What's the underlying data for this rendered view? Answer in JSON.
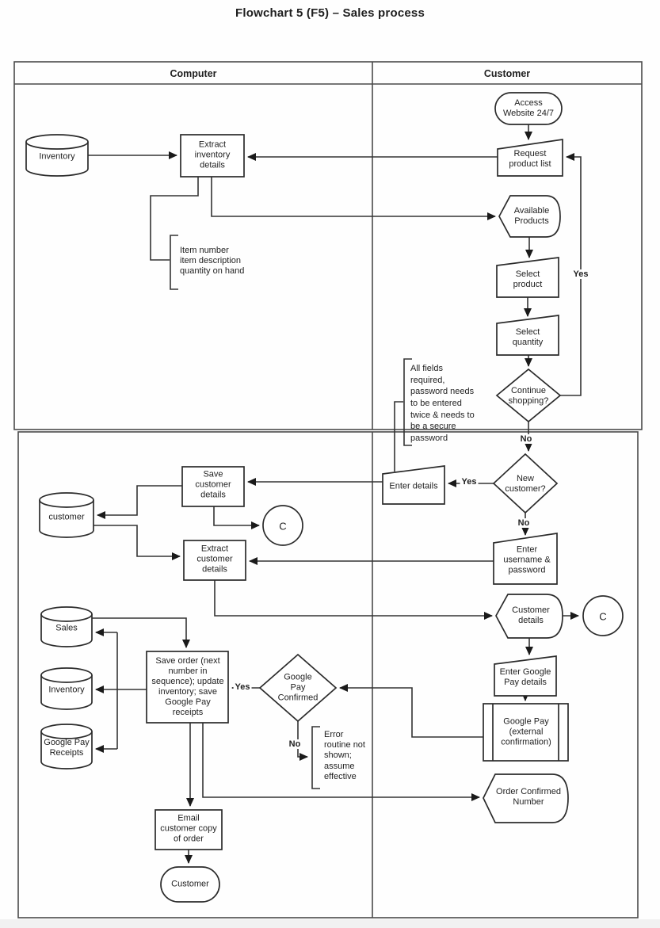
{
  "title": "Flowchart 5 (F5) – Sales process",
  "lanes": {
    "computer": "Computer",
    "customer": "Customer"
  },
  "nodes": {
    "inventory_db_top": {
      "type": "database",
      "label": "Inventory"
    },
    "extract_inventory": {
      "type": "process",
      "label": "Extract\ninventory\ndetails"
    },
    "access_website": {
      "type": "terminator",
      "label": "Access\nWebsite 24/7"
    },
    "request_product_list": {
      "type": "manual-input",
      "label": "Request\nproduct list"
    },
    "available_products": {
      "type": "display",
      "label": "Available\nProducts"
    },
    "select_product": {
      "type": "manual-input",
      "label": "Select\nproduct"
    },
    "select_quantity": {
      "type": "manual-input",
      "label": "Select\nquantity"
    },
    "continue_shopping": {
      "type": "decision",
      "label": "Continue\nshopping?"
    },
    "new_customer": {
      "type": "decision",
      "label": "New\ncustomer?"
    },
    "enter_details": {
      "type": "manual-input",
      "label": "Enter details"
    },
    "save_customer": {
      "type": "process",
      "label": "Save\ncustomer\ndetails"
    },
    "customer_db": {
      "type": "database",
      "label": "customer"
    },
    "connector_c1": {
      "type": "connector",
      "label": "C"
    },
    "extract_customer": {
      "type": "process",
      "label": "Extract\ncustomer\ndetails"
    },
    "enter_username": {
      "type": "manual-input",
      "label": "Enter\nusername &\npassword"
    },
    "customer_details": {
      "type": "display",
      "label": "Customer\ndetails"
    },
    "connector_c2": {
      "type": "connector",
      "label": "C"
    },
    "sales_db": {
      "type": "database",
      "label": "Sales"
    },
    "inventory_db_bottom": {
      "type": "database",
      "label": "Inventory"
    },
    "gpay_receipts_db": {
      "type": "database",
      "label": "Google Pay\nReceipts"
    },
    "save_order": {
      "type": "process",
      "label": "Save order (next\nnumber in\nsequence); update\ninventory; save\nGoogle Pay\nreceipts"
    },
    "gpay_confirmed": {
      "type": "decision",
      "label": "Google\nPay\nConfirmed"
    },
    "enter_gpay": {
      "type": "manual-input",
      "label": "Enter Google\nPay details"
    },
    "gpay_external": {
      "type": "predefined-process",
      "label": "Google Pay\n(external\nconfirmation)"
    },
    "order_confirmed": {
      "type": "display",
      "label": "Order Confirmed\nNumber"
    },
    "email_customer": {
      "type": "process",
      "label": "Email\ncustomer copy\nof order"
    },
    "customer_end": {
      "type": "terminator",
      "label": "Customer"
    }
  },
  "annotations": {
    "item_fields": "Item number\nitem description\nquantity on hand",
    "password_rules": "All fields\nrequired,\npassword needs\nto be entered\ntwice & needs to\nbe a secure\npassword",
    "error_routine": "Error\nroutine not\nshown;\nassume\neffective"
  },
  "edge_labels": {
    "continue_yes": "Yes",
    "continue_no": "No",
    "new_customer_yes": "Yes",
    "new_customer_no": "No",
    "gpay_yes": "Yes",
    "gpay_no": "No"
  },
  "colors": {
    "line": "#333333",
    "fill": "#ffffff",
    "text": "#1f1f1f"
  }
}
